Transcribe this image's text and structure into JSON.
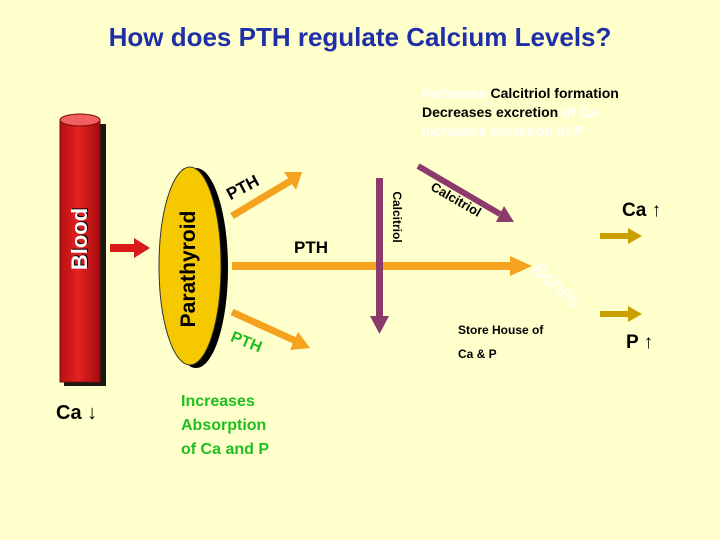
{
  "title": "How does PTH regulate Calcium Levels?",
  "kidney_note": {
    "line1_faint": "Increases",
    "line1": "Calcitriol formation",
    "line2": "Decreases excretion",
    "line2_faint": "of Ca",
    "line3_faint": "Increases excretion of P"
  },
  "blood_label": "Blood",
  "parathyroid_label": "Parathyroid",
  "pth_upper": "PTH",
  "pth_middle": "PTH",
  "pth_lower": "PTH",
  "calcitriol_vertical": "Calcitriol",
  "calcitriol_diagonal": "Calcitriol",
  "bones_label": "Bones",
  "store_house": {
    "line1": "Store House of",
    "line2": "Ca & P"
  },
  "ca_up": "Ca ↑",
  "p_up": "P ↑",
  "ca_down": "Ca ↓",
  "intestine_note": {
    "line1": "Increases",
    "line2": "Absorption",
    "line3": "of Ca and P"
  },
  "colors": {
    "title": "#1F2FA8",
    "background": "#FFFFCC",
    "blood": "#D91A1A",
    "parathyroid": "#F5C800",
    "pth_arrow": "#F5A21F",
    "calcitriol_arrow": "#8B3A6B",
    "result_arrow": "#C9A000",
    "green_text": "#1FBF1F"
  }
}
